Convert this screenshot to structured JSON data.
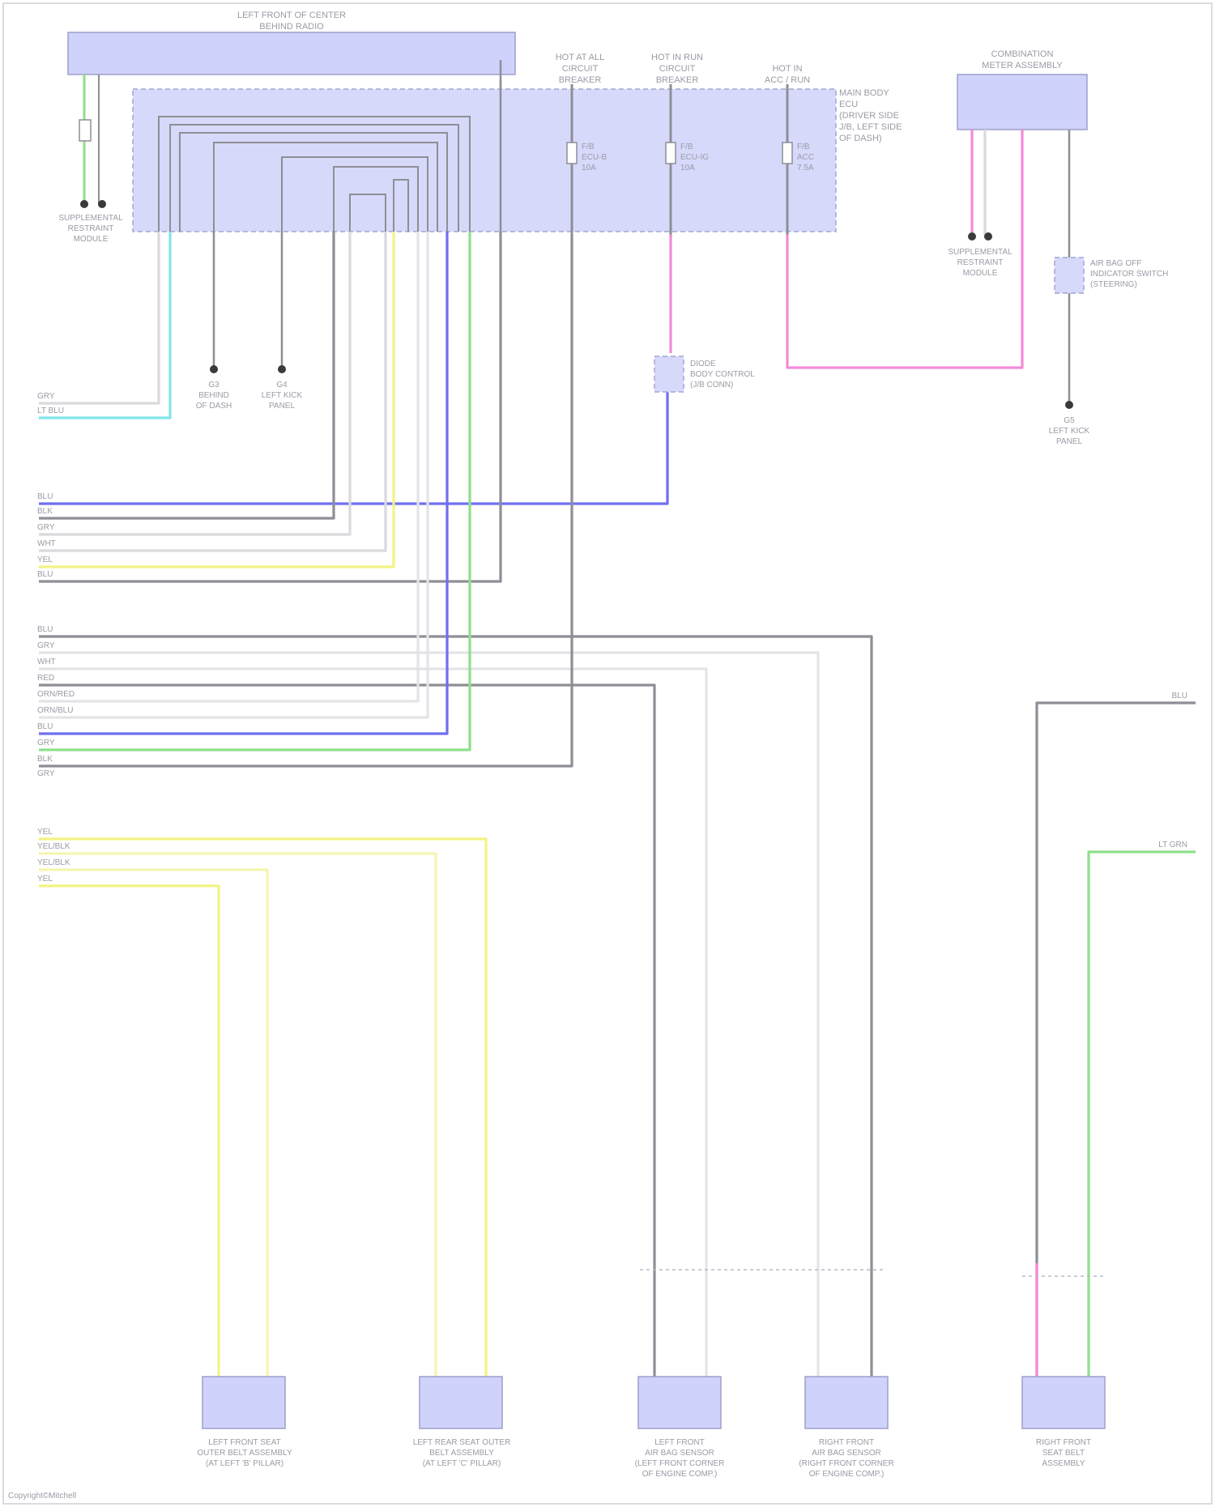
{
  "colors": {
    "block": "#cfd2fb",
    "gray": "#8e8e96",
    "lightgray": "#d9d9de",
    "cyan": "#7fe5ea",
    "green": "#8ee08a",
    "yellow": "#f3f384",
    "blue": "#6f6ff0",
    "pink": "#f38ad8",
    "lightyellow": "#f5f5b0"
  },
  "top_labels": {
    "restraint_module_a": "LEFT FRONT OF CENTER",
    "restraint_module_b": "BEHIND RADIO",
    "fuse_a_1": "HOT AT ALL",
    "fuse_a_2": "CIRCUIT",
    "fuse_a_3": "BREAKER",
    "fuse_b_1": "HOT IN RUN",
    "fuse_b_2": "CIRCUIT",
    "fuse_b_3": "BREAKER",
    "fuse_c_1": "HOT IN",
    "fuse_c_2": "ACC / RUN",
    "combination_1": "COMBINATION",
    "combination_2": "METER ASSEMBLY",
    "junction_1": "MAIN BODY",
    "junction_2": "ECU",
    "junction_3": "(DRIVER SIDE",
    "junction_4": "J/B, LEFT SIDE",
    "junction_5": "OF DASH)"
  },
  "fuses": {
    "a_1": "F/B",
    "a_2": "ECU-B",
    "a_3": "10A",
    "b_1": "F/B",
    "b_2": "ECU-IG",
    "b_3": "10A",
    "c_1": "F/B",
    "c_2": "ACC",
    "c_3": "7.5A"
  },
  "grounds": {
    "g1_1": "SUPPLEMENTAL",
    "g1_2": "RESTRAINT",
    "g1_3": "MODULE",
    "g2_1": "G3",
    "g2_2": "BEHIND",
    "g2_3": "OF DASH",
    "g3_1": "G4",
    "g3_2": "LEFT KICK",
    "g3_3": "PANEL",
    "g4_1": "SUPPLEMENTAL",
    "g4_2": "RESTRAINT",
    "g4_3": "MODULE",
    "g5_1": "G5",
    "g5_2": "LEFT KICK",
    "g5_3": "PANEL"
  },
  "inline_parts": {
    "diode_1": "DIODE",
    "diode_2": "BODY CONTROL",
    "diode_3": "(J/B CONN)",
    "switch_1": "AIR BAG OFF",
    "switch_2": "INDICATOR SWITCH",
    "switch_3": "(STEERING)"
  },
  "left_wire_labels": {
    "w1": "GRY",
    "w2": "LT BLU",
    "w3": "BLU",
    "w4": "BLK",
    "w5": "GRY",
    "w6": "WHT",
    "w7": "YEL",
    "w8": "BLU",
    "w9": "BLU",
    "w10": "GRY",
    "w11": "WHT",
    "w12": "RED",
    "w13": "ORN/RED",
    "w14": "ORN/BLU",
    "w15": "BLU",
    "w16": "GRY",
    "w17": "BLK",
    "w18": "GRY",
    "w19": "YEL",
    "w20": "YEL/BLK",
    "w21": "YEL/BLK",
    "w22": "YEL"
  },
  "right_wire_labels": {
    "r1": "BLU",
    "r2": "LT GRN"
  },
  "bottom_components": {
    "c1_1": "LEFT FRONT SEAT",
    "c1_2": "OUTER BELT ASSEMBLY",
    "c1_3": "(AT LEFT 'B' PILLAR)",
    "c2_1": "LEFT REAR SEAT OUTER",
    "c2_2": "BELT ASSEMBLY",
    "c2_3": "(AT LEFT 'C' PILLAR)",
    "c3_1": "LEFT FRONT",
    "c3_2": "AIR BAG SENSOR",
    "c3_3": "(LEFT FRONT CORNER",
    "c3_4": "OF ENGINE COMP.)",
    "c4_1": "RIGHT FRONT",
    "c4_2": "AIR BAG SENSOR",
    "c4_3": "(RIGHT FRONT CORNER",
    "c4_4": "OF ENGINE COMP.)",
    "c5_1": "RIGHT FRONT",
    "c5_2": "SEAT BELT",
    "c5_3": "ASSEMBLY"
  },
  "footer": "Copyright©Mitchell"
}
